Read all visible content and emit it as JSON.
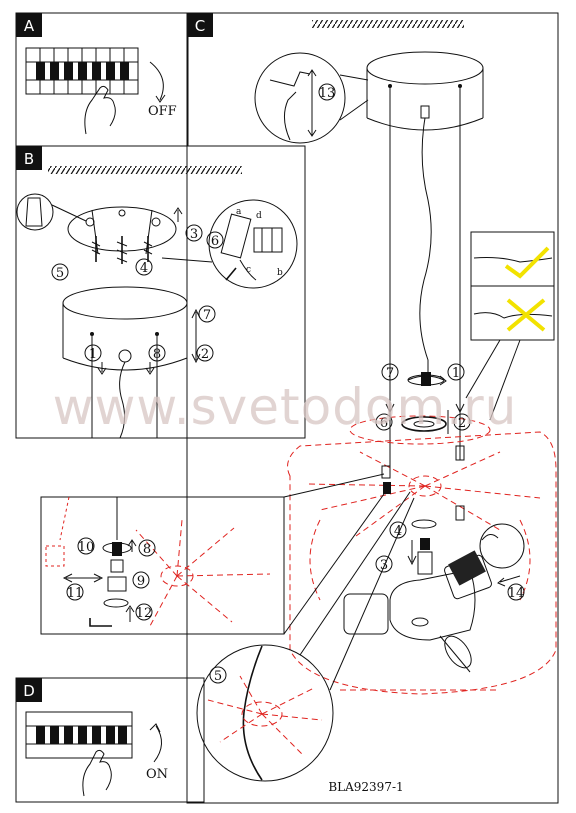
{
  "panels": {
    "a": {
      "label": "A",
      "switch_text": "OFF"
    },
    "b": {
      "label": "B",
      "callouts": [
        "1",
        "2",
        "3",
        "4",
        "5",
        "6",
        "7",
        "8"
      ],
      "connector_letters": [
        "a",
        "b",
        "c",
        "d"
      ]
    },
    "c": {
      "label": "C",
      "callouts": [
        "1",
        "2",
        "3",
        "4",
        "5",
        "6",
        "7",
        "8",
        "9",
        "10",
        "11",
        "12",
        "13",
        "14"
      ]
    },
    "d": {
      "label": "D",
      "switch_text": "ON"
    }
  },
  "model_code": "BLA92397-1",
  "watermark": "www.svetodom.ru",
  "colors": {
    "line": "#111111",
    "assembly_dashed": "#e0231f",
    "check_mark": "#f2e200",
    "header_fill": "#111111"
  }
}
